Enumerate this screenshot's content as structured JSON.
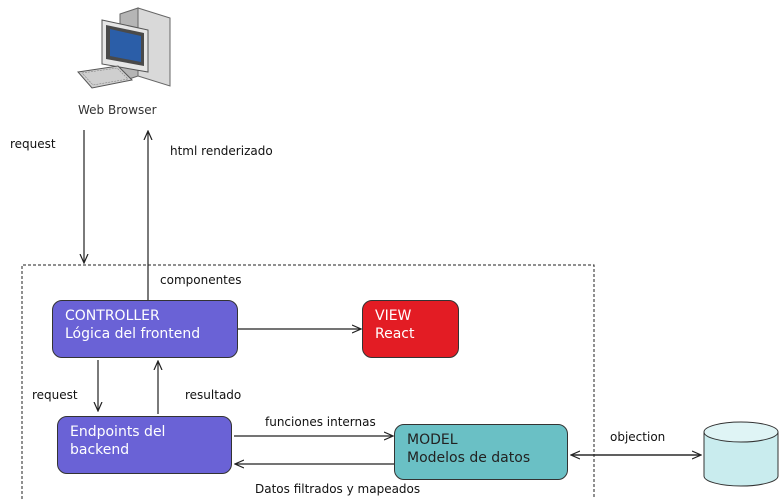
{
  "browser": {
    "label": "Web Browser"
  },
  "labels": {
    "request_top": "request",
    "html_rendered": "html renderizado",
    "components": "componentes",
    "request_mid": "request",
    "result": "resultado",
    "internal_functions": "funciones internas",
    "filtered_data": "Datos filtrados y mapeados",
    "objection": "objection"
  },
  "controller": {
    "title": "CONTROLLER",
    "subtitle": "Lógica del frontend"
  },
  "view": {
    "title": "VIEW",
    "subtitle": "React"
  },
  "endpoints": {
    "line1": "Endpoints del",
    "line2": "backend"
  },
  "model": {
    "title": "MODEL",
    "subtitle": "Modelos de datos"
  },
  "colors": {
    "controller": "#6a62d6",
    "view": "#e31c24",
    "endpoints": "#6a62d6",
    "model": "#6ac0c5",
    "database": "#c9ecee"
  },
  "icons": {
    "browser": "computer-monitor-icon",
    "database": "database-cylinder-icon"
  }
}
